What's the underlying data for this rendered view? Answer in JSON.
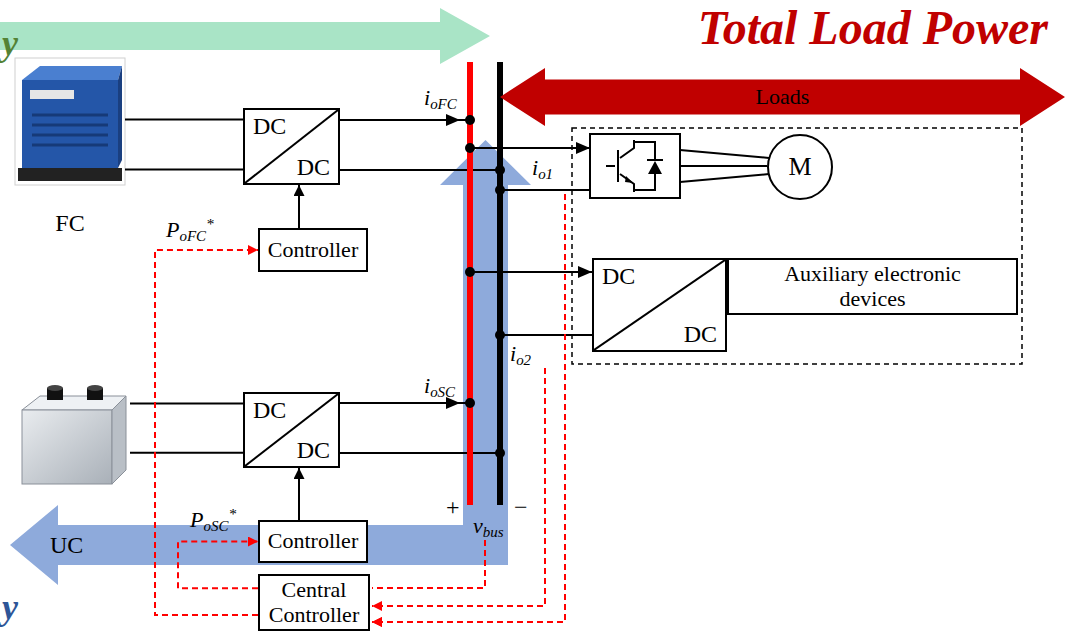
{
  "diagram": {
    "nodes": [
      {
        "text": [
          "FC"
        ]
      },
      {
        "text": [
          "DC",
          "DC"
        ]
      },
      {
        "text": [
          "Controller"
        ]
      },
      {
        "text": [
          "Loads"
        ]
      },
      {
        "text": [
          "M"
        ]
      },
      {
        "text": [
          "DC",
          "DC"
        ]
      },
      {
        "text": [
          "Auxiliary electronic devices"
        ]
      },
      {
        "text": [
          "UC"
        ]
      },
      {
        "text": [
          "DC",
          "DC"
        ]
      },
      {
        "text": [
          "Controller"
        ]
      },
      {
        "text": [
          "Central Controller"
        ]
      }
    ],
    "edges": [
      {
        "from": 0,
        "to": 1,
        "arrow": "none"
      },
      {
        "from": 2,
        "to": 1,
        "arrow": "to"
      },
      {
        "from": 7,
        "to": 8,
        "arrow": "none"
      },
      {
        "from": 9,
        "to": 8,
        "arrow": "to"
      },
      {
        "from": 10,
        "to": 2,
        "arrow": "to",
        "label": "PoFC*"
      },
      {
        "from": 10,
        "to": 9,
        "arrow": "to",
        "label": "PoSC*"
      }
    ],
    "labels": [
      "y",
      "Total Load Power",
      "ioFC",
      "io1",
      "ioSC",
      "io2",
      "+",
      "−",
      "vbus",
      "y"
    ]
  }
}
